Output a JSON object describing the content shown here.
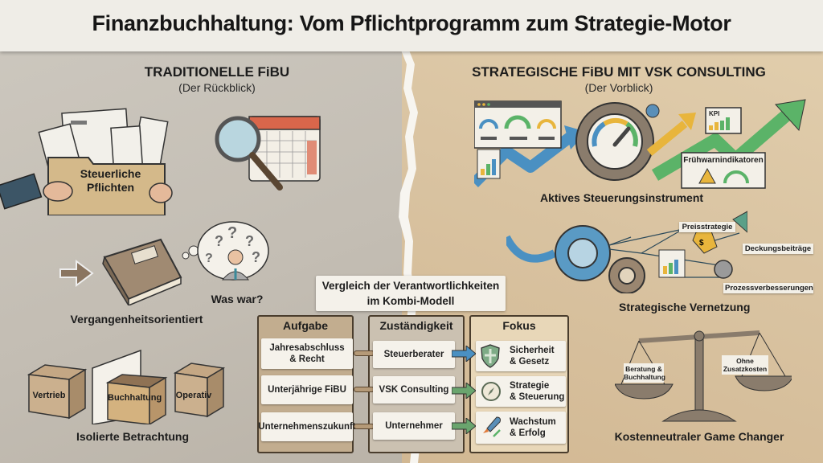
{
  "title": "Finanzbuchhaltung: Vom Pflichtprogramm zum Strategie-Motor",
  "left": {
    "heading": "TRADITIONELLE FiBU",
    "subheading": "(Der Rückblick)",
    "folder_label": "Steuerliche Pflichten",
    "folder_label_line1": "Steuerliche",
    "folder_label_line2": "Pflichten",
    "thought_label": "Was war?",
    "book_label": "Vergangenheitsorientiert",
    "boxes": [
      "Vertrieb",
      "Buchhaltung",
      "Operativ"
    ],
    "boxes_label": "Isolierte Betrachtung",
    "icons": [
      "folder-icon",
      "magnifier-icon",
      "calendar-icon",
      "book-icon",
      "back-arrow-icon",
      "confused-person-icon",
      "box-icon"
    ]
  },
  "right": {
    "heading": "STRATEGISCHE FiBU MIT VSK CONSULTING",
    "subheading": "(Der Vorblick)",
    "dashboard_label": "Aktives Steuerungsinstrument",
    "kpi_label": "KPI",
    "early_warning_label": "Frühwarnindikatoren",
    "network": {
      "label": "Strategische Vernetzung",
      "nodes": [
        "Preisstrategie",
        "Deckungsbeiträge",
        "Prozessverbesserungen"
      ]
    },
    "scale": {
      "left_pan": "Beratung & Buchhaltung",
      "left_pan_line1": "Beratung &",
      "left_pan_line2": "Buchhaltung",
      "right_pan": "Ohne Zusatzkosten",
      "right_pan_line1": "Ohne",
      "right_pan_line2": "Zusatzkosten",
      "label": "Kostenneutraler Game Changer"
    },
    "colors": {
      "blue": "#4a90c2",
      "green": "#5bb368",
      "yellow": "#e8b53c",
      "red": "#d9593f"
    }
  },
  "comparison": {
    "title_line1": "Vergleich der Verantwortlichkeiten",
    "title_line2": "im Kombi-Modell",
    "headers": [
      "Aufgabe",
      "Zuständigkeit",
      "Fokus"
    ],
    "rows": [
      {
        "aufgabe_l1": "Jahresabschluss",
        "aufgabe_l2": "& Recht",
        "zustaendigkeit": "Steuerberater",
        "fokus_l1": "Sicherheit",
        "fokus_l2": "& Gesetz",
        "icon": "shield-icon",
        "arrow_color": "#4a90c2"
      },
      {
        "aufgabe_l1": "Unterjährige FiBU",
        "aufgabe_l2": "",
        "zustaendigkeit": "VSK Consulting",
        "fokus_l1": "Strategie",
        "fokus_l2": "& Steuerung",
        "icon": "compass-icon",
        "arrow_color": "#6aa56e"
      },
      {
        "aufgabe_l1": "Unternehmenszukunft",
        "aufgabe_l2": "",
        "zustaendigkeit": "Unternehmer",
        "fokus_l1": "Wachstum",
        "fokus_l2": "& Erfolg",
        "icon": "rocket-icon",
        "arrow_color": "#6aa56e"
      }
    ]
  }
}
